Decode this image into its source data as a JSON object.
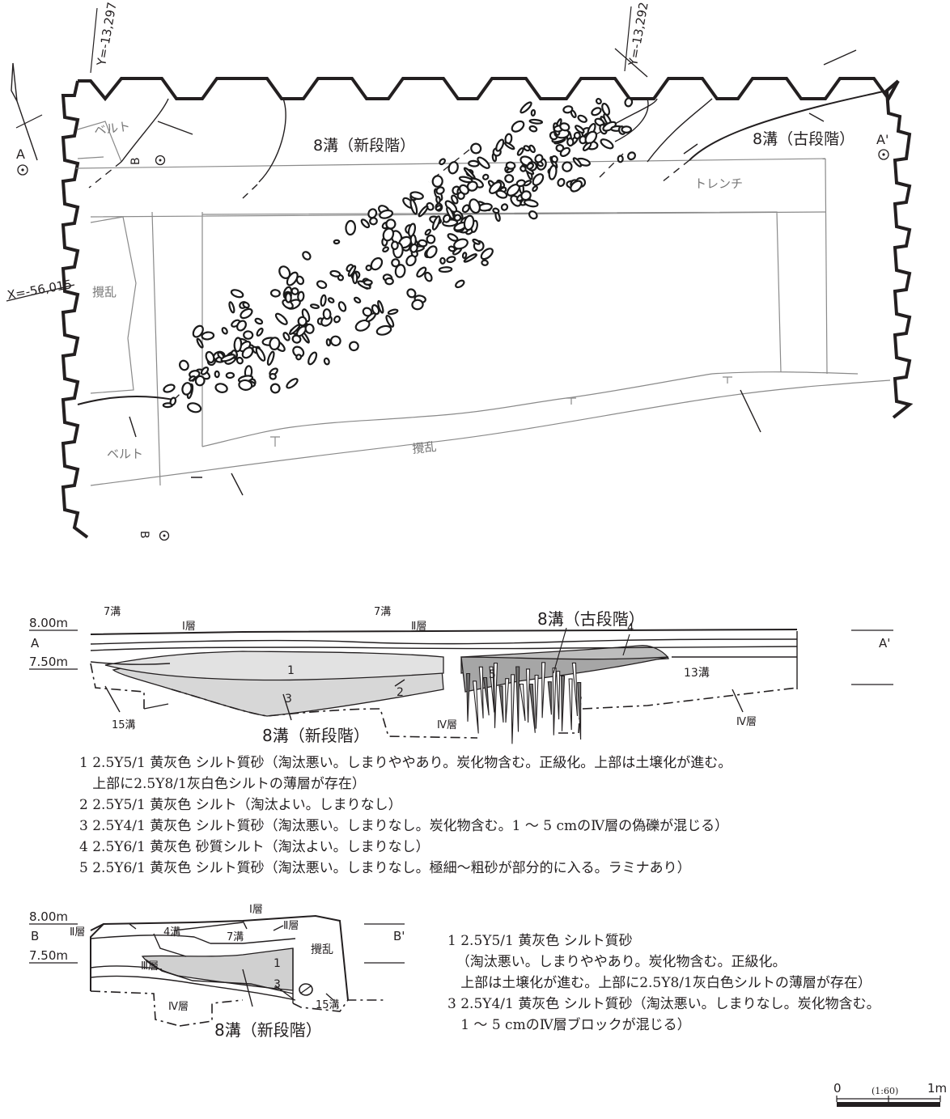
{
  "plan": {
    "coord_y1": "Y=-13,297",
    "coord_y2": "Y=-13,292",
    "coord_x": "X=-56,015",
    "point_a": "A",
    "point_a_prime": "A'",
    "point_b": "B",
    "point_b_prime": "B",
    "label_belt_top": "ベルト",
    "label_belt_bottom": "ベルト",
    "label_ditch_new": "8溝（新段階）",
    "label_ditch_old": "8溝（古段階）",
    "label_trench": "トレンチ",
    "label_disturb_left": "攪乱",
    "label_disturb_bottom": "攪乱"
  },
  "section_a": {
    "elev_top": "8.00m",
    "elev_bottom": "7.50m",
    "point_left": "A",
    "point_right": "A'",
    "label_7ditch_1": "7溝",
    "label_7ditch_2": "7溝",
    "label_layer1": "Ⅰ層",
    "label_layer2": "Ⅱ層",
    "label_old": "8溝（古段階）",
    "label_new": "8溝（新段階）",
    "label_13ditch": "13溝",
    "label_15ditch": "15溝",
    "label_layer4_a": "Ⅳ層",
    "label_layer4_b": "Ⅳ層",
    "n1": "1",
    "n2": "2",
    "n3": "3",
    "n4": "4",
    "n5": "5"
  },
  "legend_a": [
    "1 2.5Y5/1 黄灰色 シルト質砂（淘汰悪い。しまりややあり。炭化物含む。正級化。上部は土壌化が進む。",
    "   上部に2.5Y8/1灰白色シルトの薄層が存在）",
    "2 2.5Y5/1 黄灰色 シルト（淘汰よい。しまりなし）",
    "3 2.5Y4/1 黄灰色 シルト質砂（淘汰悪い。しまりなし。炭化物含む。1 ～ 5 cmのⅣ層の偽礫が混じる）",
    "4 2.5Y6/1 黄灰色 砂質シルト（淘汰よい。しまりなし）",
    "5 2.5Y6/1 黄灰色 シルト質砂（淘汰悪い。しまりなし。極細～粗砂が部分的に入る。ラミナあり）"
  ],
  "section_b": {
    "elev_top": "8.00m",
    "elev_bottom": "7.50m",
    "point_left": "B",
    "point_right": "B'",
    "label_layer1": "Ⅰ層",
    "label_layer2_left": "Ⅱ層",
    "label_layer2_right": "Ⅱ層",
    "label_layer3": "Ⅲ層",
    "label_layer4": "Ⅳ層",
    "label_4ditch": "4溝",
    "label_7ditch": "7溝",
    "label_disturb": "攪乱",
    "label_15ditch": "15溝",
    "label_new": "8溝（新段階）",
    "n1": "1",
    "n3": "3"
  },
  "legend_b": [
    "1 2.5Y5/1 黄灰色 シルト質砂",
    "  （淘汰悪い。しまりややあり。炭化物含む。正級化。",
    "   上部は土壌化が進む。上部に2.5Y8/1灰白色シルトの薄層が存在）",
    "3 2.5Y4/1 黄灰色 シルト質砂（淘汰悪い。しまりなし。炭化物含む。",
    "   1 ～ 5 cmのⅣ層ブロックが混じる）"
  ],
  "scale": {
    "zero": "0",
    "ratio": "(1:60)",
    "one": "1m"
  }
}
